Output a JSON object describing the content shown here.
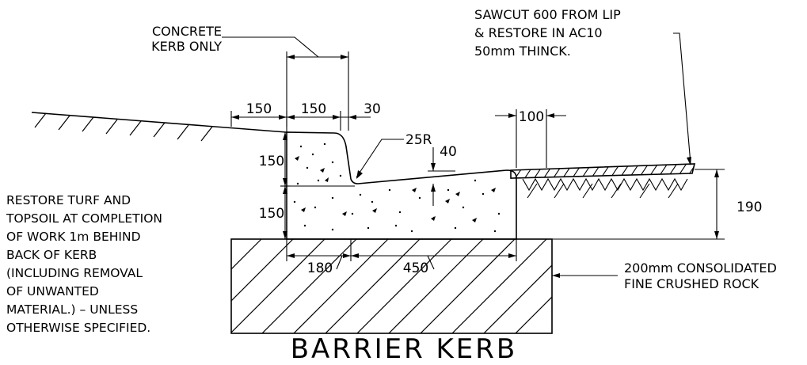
{
  "title": "BARRIER KERB",
  "labels": {
    "concrete_kerb_only": [
      "CONCRETE",
      "KERB ONLY"
    ],
    "sawcut_note": [
      "SAWCUT 600 FROM LIP",
      "& RESTORE IN AC10",
      "50mm THINCK."
    ],
    "restore_turf_note": [
      "RESTORE TURF AND",
      "TOPSOIL AT COMPLETION",
      "OF WORK 1m BEHIND",
      "BACK OF KERB",
      "(INCLUDING REMOVAL",
      "OF UNWANTED",
      "MATERIAL.) – UNLESS",
      "OTHERWISE SPECIFIED."
    ],
    "base_note": [
      "200mm CONSOLIDATED",
      "FINE CRUSHED ROCK"
    ]
  },
  "dimensions": {
    "d150_left": "150",
    "d150_top": "150",
    "d30": "30",
    "d100": "100",
    "r25": "25R",
    "d40": "40",
    "d150_upper": "150",
    "d150_lower": "150",
    "d190": "190",
    "d180": "180",
    "d450": "450"
  }
}
